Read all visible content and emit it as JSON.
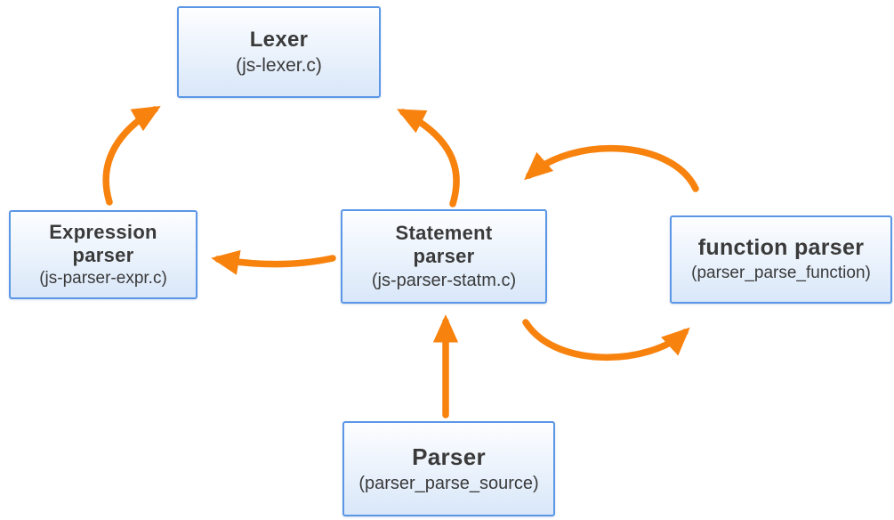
{
  "diagram": {
    "type": "flow-diagram",
    "colors": {
      "arrow": "#f8820e",
      "node_border": "#5b97e6",
      "node_fill_top": "#fdfeff",
      "node_fill_bottom": "#d9e7f9",
      "text": "#3a3a3a",
      "background": "#ffffff"
    },
    "nodes": [
      {
        "id": "lexer",
        "title": "Lexer",
        "subtitle": "(js-lexer.c)"
      },
      {
        "id": "expression-parser",
        "title": "Expression parser",
        "subtitle": "(js-parser-expr.c)"
      },
      {
        "id": "statement-parser",
        "title": "Statement parser",
        "subtitle": "(js-parser-statm.c)"
      },
      {
        "id": "function-parser",
        "title": "function parser",
        "subtitle": "(parser_parse_function)"
      },
      {
        "id": "parser",
        "title": "Parser",
        "subtitle": "(parser_parse_source)"
      }
    ],
    "edges": [
      {
        "from": "expression-parser",
        "to": "lexer"
      },
      {
        "from": "statement-parser",
        "to": "lexer"
      },
      {
        "from": "function-parser",
        "to": "statement-parser"
      },
      {
        "from": "statement-parser",
        "to": "function-parser"
      },
      {
        "from": "statement-parser",
        "to": "expression-parser"
      },
      {
        "from": "parser",
        "to": "statement-parser"
      }
    ]
  }
}
